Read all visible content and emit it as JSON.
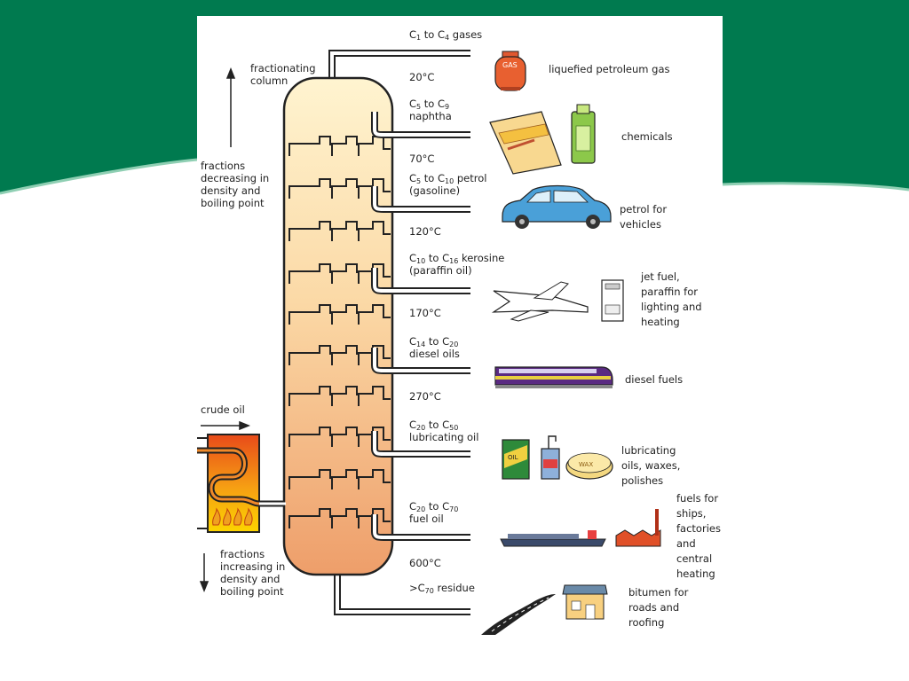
{
  "colors": {
    "banner": "#007A4F",
    "column_top": "#FFF4D0",
    "column_bottom": "#EEA06B",
    "furnace": "#FBD000",
    "flame": "#E8501F"
  },
  "axis_labels": {
    "column_name": "fractionating\ncolumn",
    "up": "fractions\ndecreasing in\ndensity and\nboiling point",
    "down": "fractions\nincreasing in\ndensity and\nboiling point",
    "feed": "crude oil"
  },
  "temperatures": [
    "20°C",
    "70°C",
    "120°C",
    "170°C",
    "270°C",
    "600°C"
  ],
  "fractions": [
    {
      "carbon": {
        "a": "C",
        "a_sub": "1",
        "b": "C",
        "b_sub": "4",
        "joiner": " to ",
        "tail": " gases"
      },
      "name": "",
      "use": "liquefied petroleum gas",
      "icon": "gas-cylinder-icon"
    },
    {
      "carbon": {
        "a": "C",
        "a_sub": "5",
        "b": "C",
        "b_sub": "9",
        "joiner": " to ",
        "tail": ""
      },
      "name": "naphtha",
      "use": "chemicals",
      "icon": "chemicals-icon"
    },
    {
      "carbon": {
        "a": "C",
        "a_sub": "5",
        "b": "C",
        "b_sub": "10",
        "joiner": " to ",
        "tail": " petrol"
      },
      "name": "(gasoline)",
      "use": "petrol for\nvehicles",
      "icon": "car-icon"
    },
    {
      "carbon": {
        "a": "C",
        "a_sub": "10",
        "b": "C",
        "b_sub": "16",
        "joiner": " to ",
        "tail": " kerosine"
      },
      "name": "(paraffin oil)",
      "use": "jet fuel,\nparaffin for\nlighting and\nheating",
      "icon": "jet-plane-icon"
    },
    {
      "carbon": {
        "a": "C",
        "a_sub": "14",
        "b": "C",
        "b_sub": "20",
        "joiner": " to ",
        "tail": ""
      },
      "name": "diesel oils",
      "use": "diesel fuels",
      "icon": "train-icon"
    },
    {
      "carbon": {
        "a": "C",
        "a_sub": "20",
        "b": "C",
        "b_sub": "50",
        "joiner": " to ",
        "tail": ""
      },
      "name": "lubricating oil",
      "use": "lubricating\noils, waxes,\npolishes",
      "icon": "oil-can-icon"
    },
    {
      "carbon": {
        "a": "C",
        "a_sub": "20",
        "b": "C",
        "b_sub": "70",
        "joiner": " to ",
        "tail": ""
      },
      "name": "fuel oil",
      "use": "fuels for\nships,\nfactories\nand\ncentral\nheating",
      "icon": "ship-icon"
    },
    {
      "carbon": {
        "a": ">C",
        "a_sub": "70",
        "b": "",
        "b_sub": "",
        "joiner": "",
        "tail": " residue"
      },
      "name": "",
      "use": "bitumen for\nroads and\nroofing",
      "icon": "road-icon"
    }
  ],
  "icon_text": {
    "gas": "GAS",
    "oil": "OIL",
    "wax": "WAX"
  }
}
